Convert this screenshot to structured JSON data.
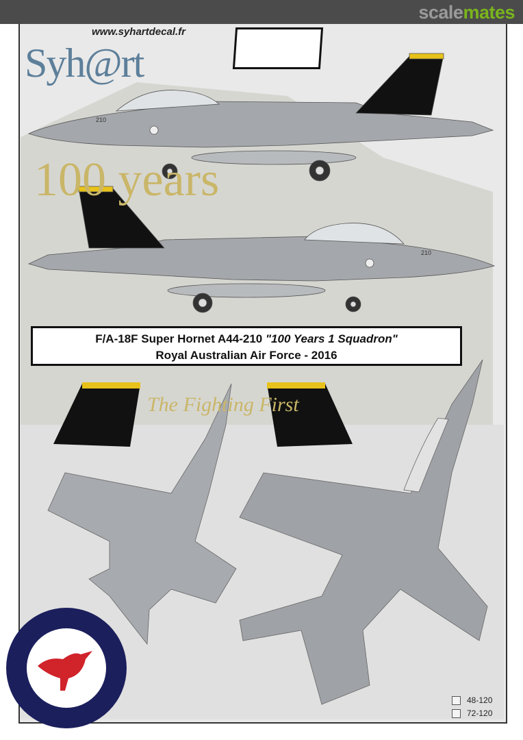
{
  "header": {
    "brand_part1": "scale",
    "brand_part2": "mates",
    "brand_color": "#7ab51d"
  },
  "sheet": {
    "logo": "Syh@rt",
    "website": "www.syhartdecal.fr",
    "title_line1_plain": "F/A-18F Super Hornet A44-210 ",
    "title_line1_italic": "\"100 Years 1 Squadron\"",
    "title_line2": "Royal Australian Air Force - 2016",
    "tail_text": "100 years",
    "tail_motto": "The Fighting First",
    "aircraft_code": "210",
    "scales": [
      {
        "label": "48-120",
        "checked": false
      },
      {
        "label": "72-120",
        "checked": false
      }
    ],
    "colors": {
      "aircraft_grey": "#a4a7ab",
      "tail_black": "#111111",
      "tail_yellow": "#e8c21a",
      "roundel_blue": "#1b1f5c",
      "kangaroo_red": "#d0232a"
    }
  }
}
